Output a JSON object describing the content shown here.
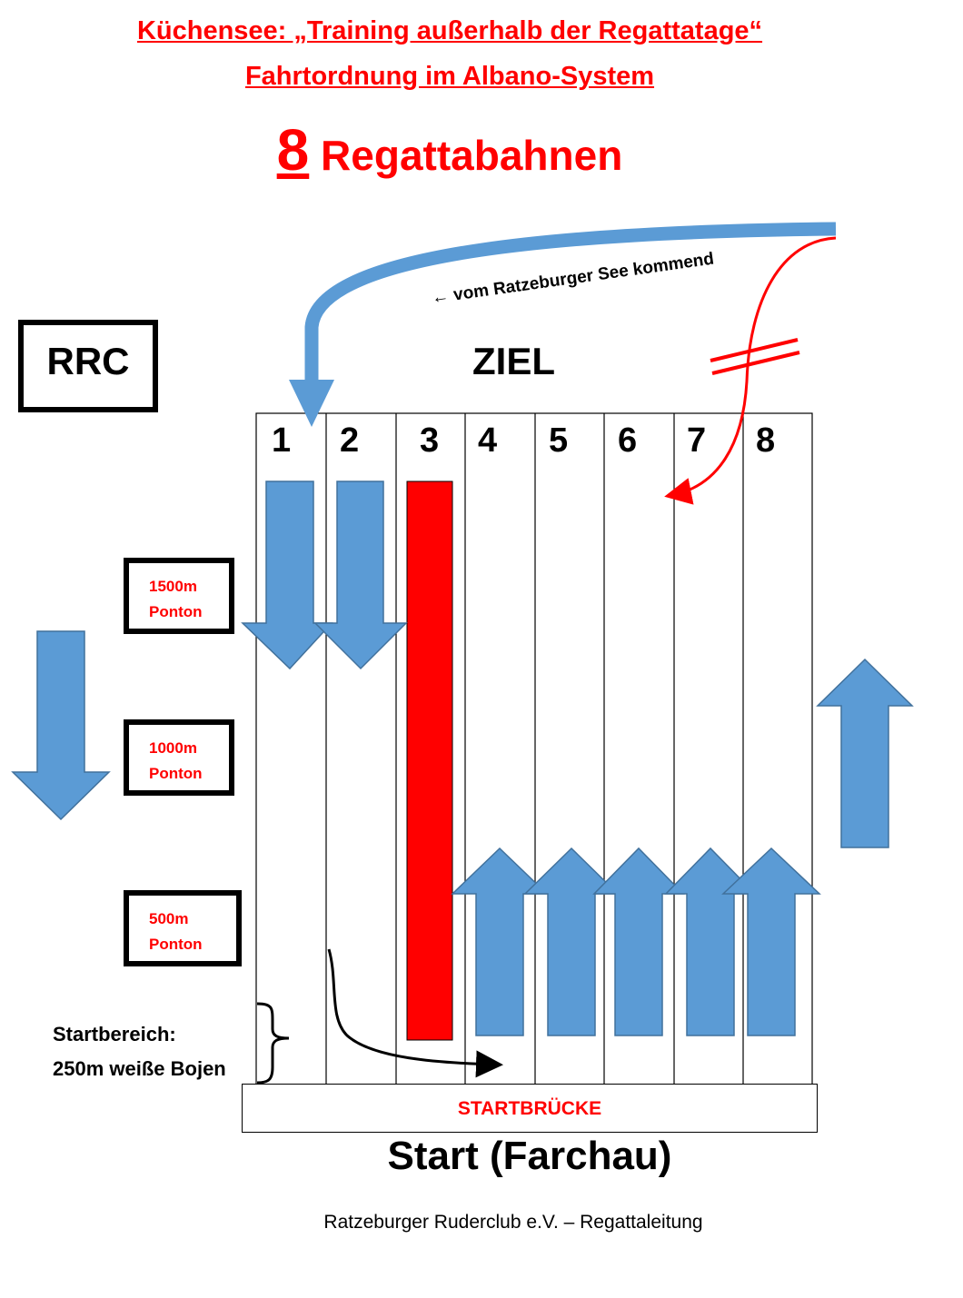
{
  "title": {
    "line1": "Küchensee: „Training außerhalb der Regattatage“",
    "line2": "Fahrtordnung im Albano-System"
  },
  "headline": {
    "number": "8",
    "text": "Regattabahnen"
  },
  "club_box": "RRC",
  "finish_label": "ZIEL",
  "arrival_label": "← vom Ratzeburger See kommend",
  "lanes": [
    "1",
    "2",
    "3",
    "4",
    "5",
    "6",
    "7",
    "8"
  ],
  "pontons": [
    {
      "distance": "1500m",
      "name": "Ponton"
    },
    {
      "distance": "1000m",
      "name": "Ponton"
    },
    {
      "distance": "500m",
      "name": "Ponton"
    }
  ],
  "start_area": {
    "line1": "Startbereich:",
    "line2": "250m weiße Bojen"
  },
  "start_bridge": "STARTBRÜCKE",
  "start_label": "Start (Farchau)",
  "footer": "Ratzeburger Ruderclub e.V. – Regattaleitung",
  "colors": {
    "arrow_blue": "#5b9bd5",
    "arrow_stroke": "#41719c",
    "red": "#ff0000",
    "ink": "#000000"
  }
}
